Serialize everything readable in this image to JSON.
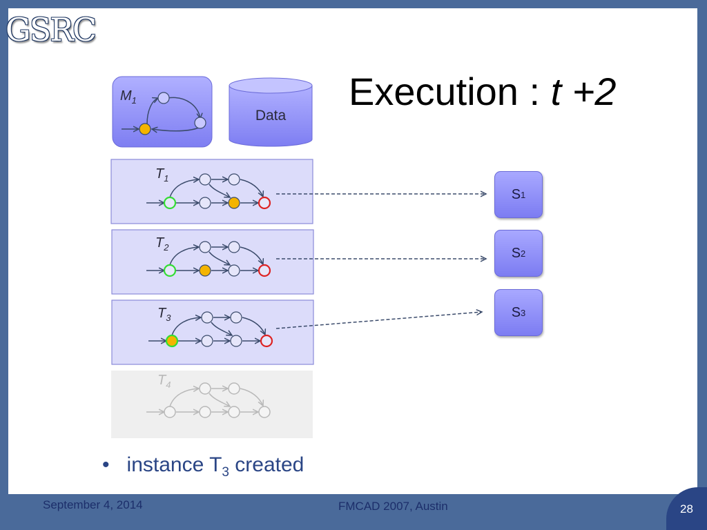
{
  "slide": {
    "logo": "GSRC",
    "title_prefix": "Execution : ",
    "title_math": "t +2",
    "model": {
      "label": "M",
      "subscript": "1"
    },
    "data_store": {
      "label": "Data"
    },
    "instances": [
      {
        "label": "T",
        "subscript": "1",
        "state": "active",
        "target": {
          "label": "S",
          "subscript": "1"
        }
      },
      {
        "label": "T",
        "subscript": "2",
        "state": "active",
        "target": {
          "label": "S",
          "subscript": "2"
        }
      },
      {
        "label": "T",
        "subscript": "3",
        "state": "active",
        "target": {
          "label": "S",
          "subscript": "3"
        }
      },
      {
        "label": "T",
        "subscript": "4",
        "state": "inactive"
      }
    ],
    "bullet": {
      "marker": "•",
      "text_before": "instance T",
      "subscript": "3",
      "text_after": " created"
    },
    "footer": {
      "date": "September 4, 2014",
      "event": "FMCAD 2007, Austin",
      "page": "28"
    },
    "colors": {
      "frame": "#4a6a9a",
      "accent_blue": "#2a4585",
      "box_fill": "#dcdcfa",
      "box_border": "#8a8ad8",
      "node_current": "#f4b400",
      "node_start": "#33dd33",
      "node_end": "#dd2222",
      "inactive": "#b8b8b8"
    }
  }
}
